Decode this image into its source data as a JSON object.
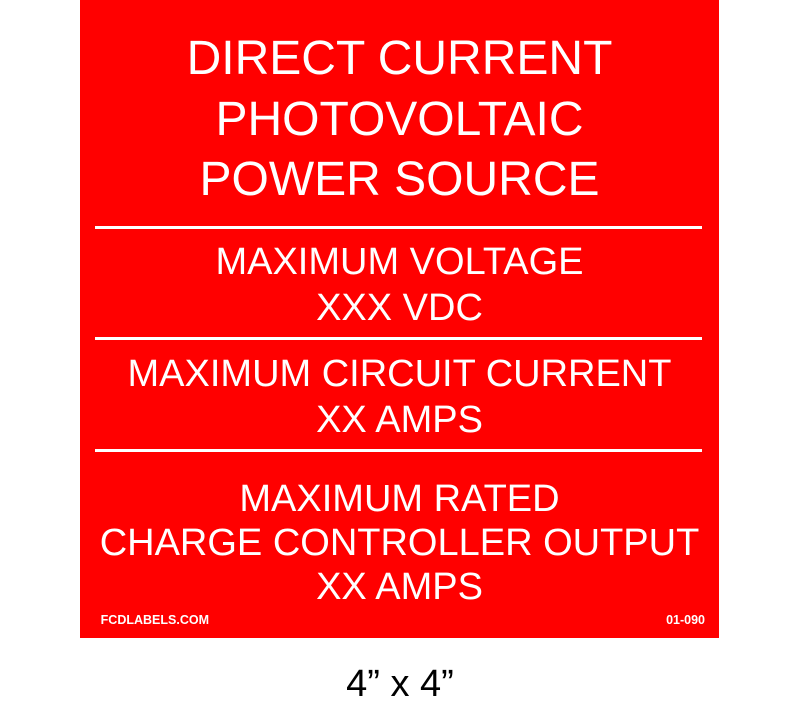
{
  "label": {
    "background_color": "#ff0000",
    "text_color": "#ffffff",
    "title_lines": [
      "DIRECT CURRENT",
      "PHOTOVOLTAIC",
      "POWER SOURCE"
    ],
    "sections": [
      {
        "lines": [
          "MAXIMUM VOLTAGE",
          "XXX VDC"
        ]
      },
      {
        "lines": [
          "MAXIMUM CIRCUIT CURRENT",
          "XX AMPS"
        ]
      },
      {
        "lines": [
          "MAXIMUM RATED",
          "CHARGE CONTROLLER OUTPUT",
          "XX AMPS"
        ]
      }
    ],
    "footer": {
      "brand": "FCDLABELS.COM",
      "part_number": "01-090"
    }
  },
  "size_caption": "4” x 4”"
}
